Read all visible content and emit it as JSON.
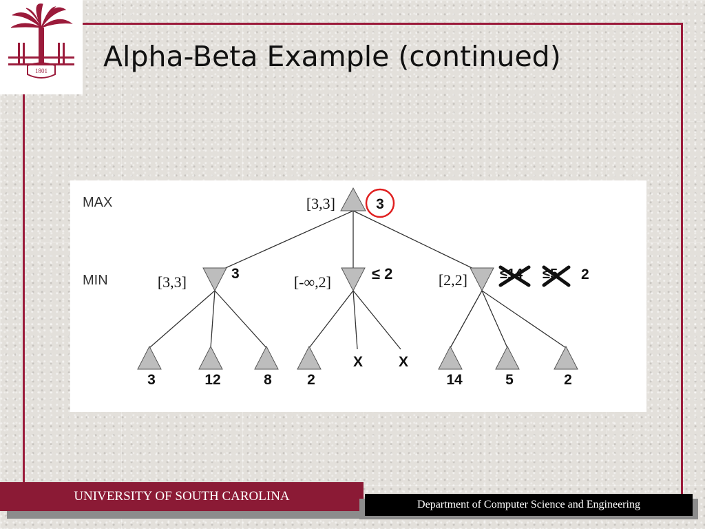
{
  "title": "Alpha-Beta Example (continued)",
  "logo": {
    "name": "usc-palmetto-seal",
    "year": "1801",
    "color": "#9b1b3b"
  },
  "diagram": {
    "levels": {
      "max": "MAX",
      "min": "MIN"
    },
    "root": {
      "interval": "[3,3]",
      "value": "3"
    },
    "min_nodes": [
      {
        "interval": "[3,3]",
        "value": "3"
      },
      {
        "interval": "[-∞,2]",
        "value": "≤ 2"
      },
      {
        "interval": "[2,2]",
        "crossed_1": "≤14",
        "crossed_2": "≤5",
        "value": "2"
      }
    ],
    "leaves": [
      "3",
      "12",
      "8",
      "2",
      "X",
      "X",
      "14",
      "5",
      "2"
    ]
  },
  "footer": {
    "university": "UNIVERSITY OF SOUTH CAROLINA",
    "department": "Department of Computer Science and Engineering"
  },
  "colors": {
    "frame": "#9b1b3b",
    "footer_left": "#8b1a35",
    "footer_right": "#000000",
    "highlight_circle": "#e02020",
    "node_fill": "#bdbdbd"
  }
}
